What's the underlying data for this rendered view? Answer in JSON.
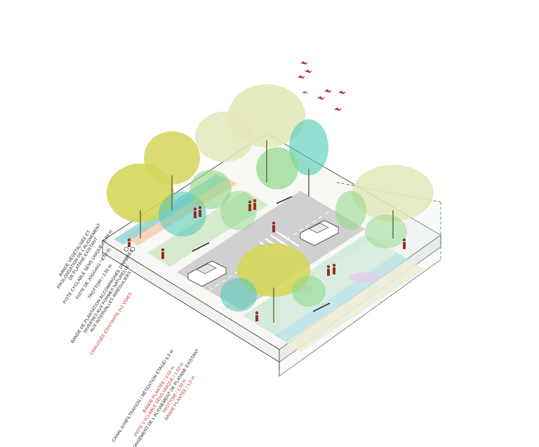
{
  "colors": {
    "label_black": "#1a1a1a",
    "label_red": "#c0272d",
    "tree_yellow": "#d4d65a",
    "tree_green": "#8fd88a",
    "tree_cream": "#e3e8b8",
    "tree_teal": "#4fc9b4",
    "cycle_lane": "#8fd6dc",
    "jogging": "#f4c9a8",
    "road": "#cfd0d2",
    "birds": "#b13c24"
  },
  "icons": [
    "bird-icon",
    "car-icon",
    "person-icon",
    "cyclist-icon",
    "bench-icon"
  ],
  "left_labels": [
    {
      "lines": [
        "BANDE VÉGÉTALISÉE  ET",
        "PROLONGATION DE L'ALIGNEMENT",
        "DE PLATANE EXISTANT"
      ],
      "color": "black"
    },
    {
      "lines": [
        "PISTE CYCLABLE SENS UNIQUE / 1,50 m"
      ],
      "color": "black"
    },
    {
      "lines": [
        "PISTE DE JOGGING / 1,50 m"
      ],
      "color": "black"
    },
    {
      "lines": [
        "TROTTOIR / 2,50 m"
      ],
      "color": "black"
    },
    {
      "lines": [
        "BANDE DE PLANTATION ACCOMPAGNÉE D'ARBRES",
        "DIVERSES AUX FORMES NATURELLE",
        "AUX INTERVALLES IRRÉGULIERS"
      ],
      "color": "black"
    },
    {
      "lines": [
        "CHAUSSÉE EXISTANTE 2x1 VOIES"
      ],
      "color": "red"
    }
  ],
  "right_labels": [
    {
      "lines": [
        "CANAL D'INFILTRATION / RÉTENTION ÉTAGÉ/ 6,5 m"
      ],
      "color": "black"
    },
    {
      "lines": [
        "BANDE PLANTÉE / 0,50 m"
      ],
      "color": "red"
    },
    {
      "lines": [
        "PISTE CYCLABLE SENS UNIQUE / 1,50 m"
      ],
      "color": "red"
    },
    {
      "lines": [
        "PROLONGEMENT DE L'ALIGNEMENT DE PLATANE EXISTANT"
      ],
      "color": "black"
    },
    {
      "lines": [
        "TROTTOIR / 1,50 m"
      ],
      "color": "red"
    },
    {
      "lines": [
        "BANDE PLANTÉE / 1,5 m"
      ],
      "color": "red"
    }
  ]
}
